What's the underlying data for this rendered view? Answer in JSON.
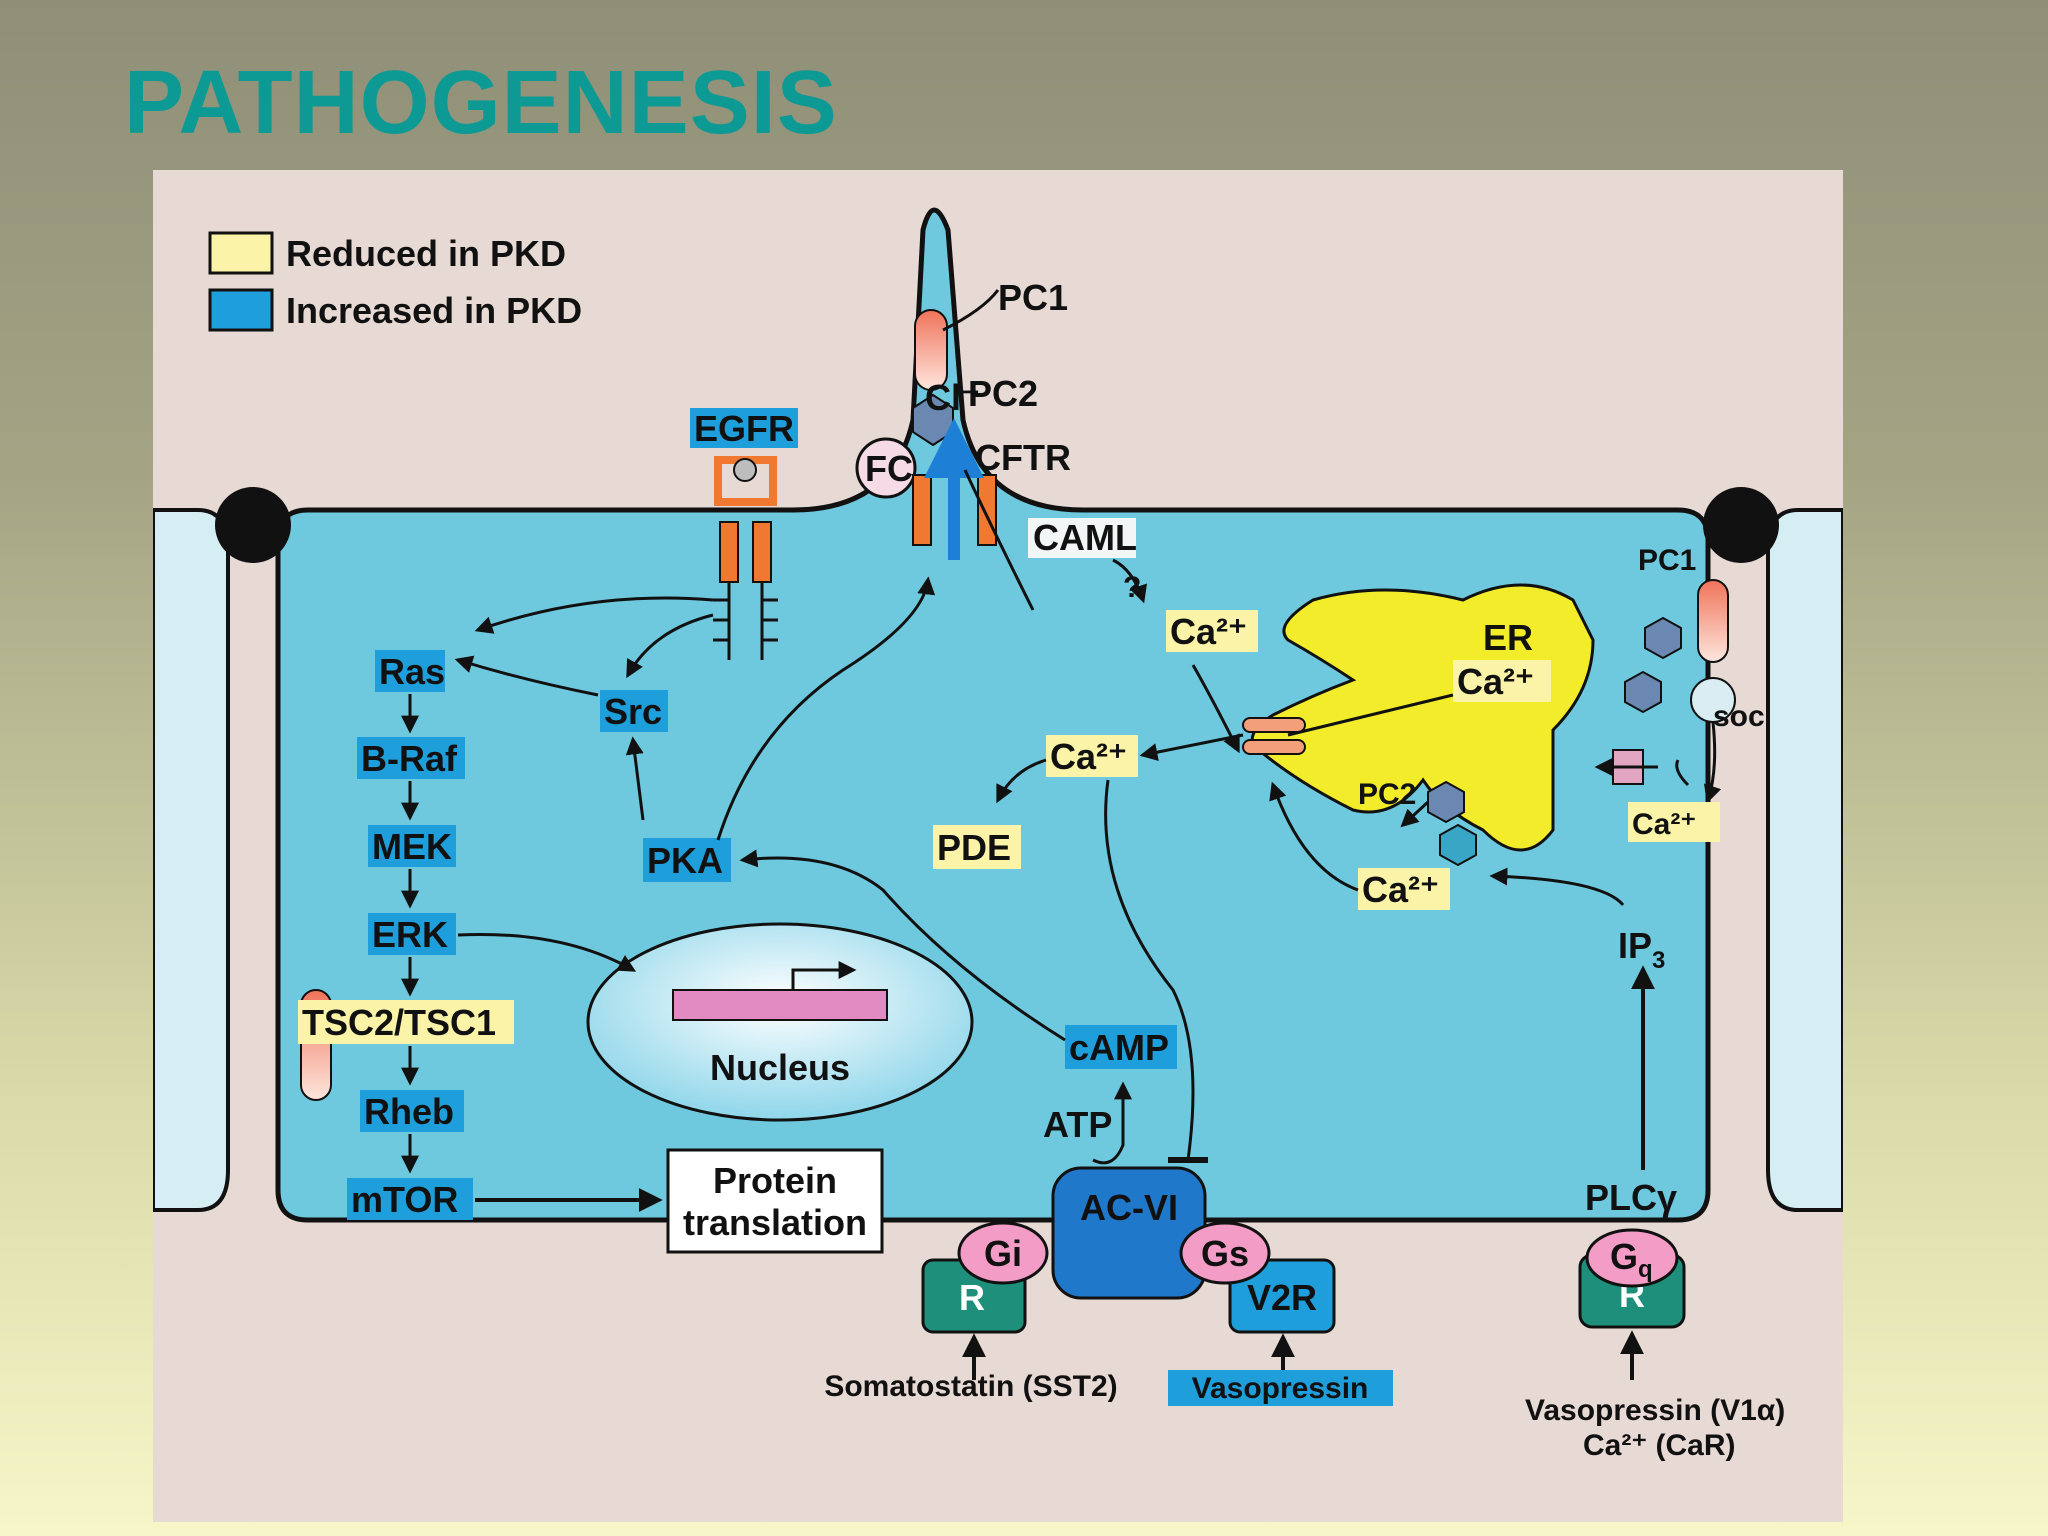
{
  "title": "PATHOGENESIS",
  "colors": {
    "title": "#0e9a94",
    "reduced": "#fbf3a8",
    "increased": "#1e9fdc",
    "cytoplasm": "#6ec9de",
    "er": "#f2ec2a",
    "background": "#e7d9d4"
  },
  "legend": {
    "reduced": "Reduced in PKD",
    "increased": "Increased in PKD"
  },
  "labels": {
    "pc1": "PC1",
    "pc2": "PC2",
    "fc": "FC",
    "egfr": "EGFR",
    "cl": "Cl⁻",
    "cftr": "CFTR",
    "caml": "CAML",
    "question": "?",
    "ca2": "Ca²⁺",
    "er": "ER",
    "pc1_er": "PC1",
    "pc2_er": "PC2",
    "soc": "soc",
    "ras": "Ras",
    "braf": "B-Raf",
    "mek": "MEK",
    "erk": "ERK",
    "tsc": "TSC2/TSC1",
    "rheb": "Rheb",
    "mtor": "mTOR",
    "src": "Src",
    "pka": "PKA",
    "pde": "PDE",
    "camp": "cAMP",
    "atp": "ATP",
    "nucleus": "Nucleus",
    "protein_line1": "Protein",
    "protein_line2": "translation",
    "acvi": "AC-VI",
    "gi": "Gi",
    "gs": "Gs",
    "r": "R",
    "v2r": "V2R",
    "gq": "G",
    "gq_sub": "q",
    "plc": "PLCγ",
    "ip3": "IP",
    "ip3_sub": "3",
    "somatostatin": "Somatostatin (SST2)",
    "vasopressin": "Vasopressin",
    "vaso_v1a": "Vasopressin (V1α)",
    "car": "Ca²⁺ (CaR)"
  }
}
